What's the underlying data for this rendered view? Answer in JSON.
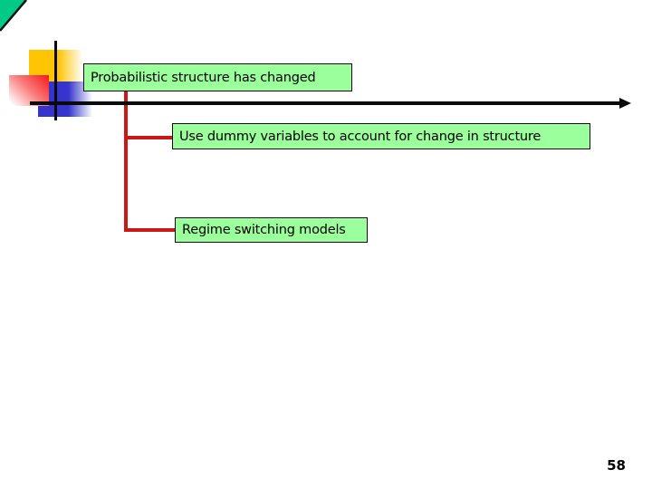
{
  "slide": {
    "root_box": {
      "label": "Probabilistic structure has changed"
    },
    "branch_boxes": [
      {
        "label": "Use dummy variables to account for change in structure"
      },
      {
        "label": "Regime switching models"
      }
    ],
    "page_number": "58",
    "icons": {
      "corner_triangle": "teal-corner-triangle",
      "arrow": "right-arrow-axis"
    },
    "colors": {
      "box_fill": "#9bff9b",
      "box_border": "#0b0b0b",
      "connector_red": "#cb1717",
      "arrow_black": "#0a0a0a",
      "decor_teal": "#00ca86",
      "decor_yellow": "#ffc404",
      "decor_blue": "#3535ce",
      "decor_red": "#f51919",
      "background": "#ffffff"
    }
  }
}
